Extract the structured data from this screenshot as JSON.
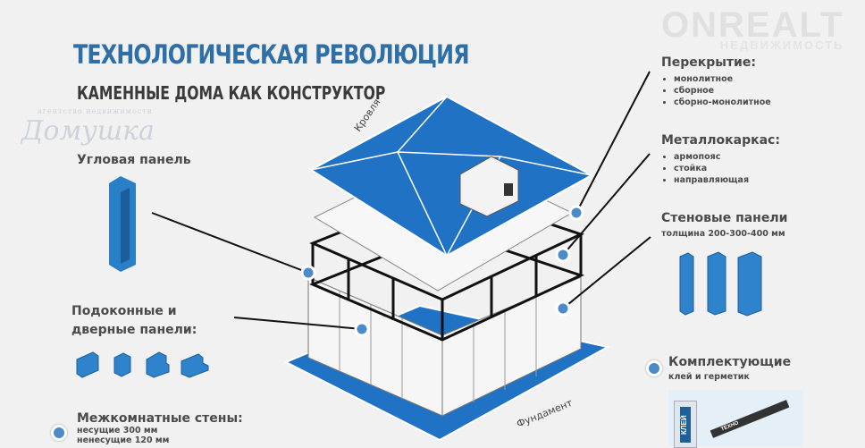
{
  "header": {
    "title": "ТЕХНОЛОГИЧЕСКАЯ РЕВОЛЮЦИЯ",
    "subtitle": "КАМЕННЫЕ ДОМА КАК КОНСТРУКТОР"
  },
  "watermarks": {
    "left_logo": "Домушка",
    "left_logo_caption": "агентство недвижимости",
    "right_logo": "ONREALT",
    "right_logo_caption": "НЕДВИЖИМОСТЬ"
  },
  "diagram_labels": {
    "roof": "Кровля",
    "foundation": "Фундамент"
  },
  "left": {
    "corner_panel": "Угловая панель",
    "sill_door_panels": "Подоконные и дверные панели:",
    "interior_walls": {
      "title": "Межкомнатные стены:",
      "lines": [
        "несущие 300 мм",
        "ненесущие 120 мм"
      ]
    }
  },
  "right": {
    "floor": {
      "title": "Перекрытие:",
      "items": [
        "монолитное",
        "сборное",
        "сборно-монолитное"
      ]
    },
    "frame": {
      "title": "Металлокаркас:",
      "items": [
        "армопояс",
        "стойка",
        "направляющая"
      ]
    },
    "wall_panels": {
      "title": "Стеновые панели",
      "subtitle": "толщина  200-300-400  мм"
    },
    "accessories": {
      "title": "Комплектующие",
      "subtitle": "клей и герметик",
      "product_bag": "КЛЕЙ",
      "product_brand": "ТЕХНО"
    }
  },
  "colors": {
    "accent": "#2f6fa8",
    "blue": "#1f72c4",
    "text": "#4a4a4a"
  }
}
